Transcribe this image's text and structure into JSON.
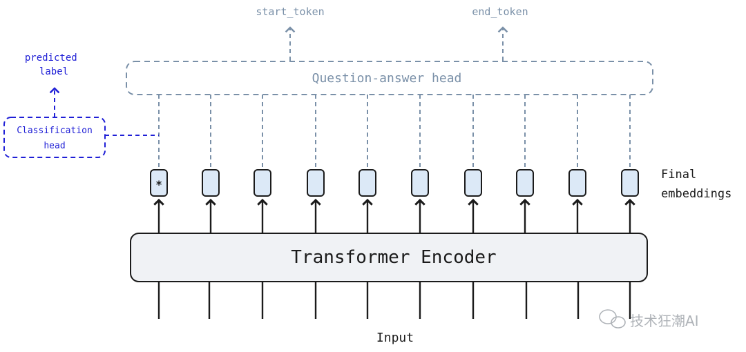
{
  "labels": {
    "start_token": "start_token",
    "end_token": "end_token",
    "qa_head": "Question-answer head",
    "predicted_label": "predicted label",
    "classification_head": "Classification head",
    "cls_marker": "*",
    "final_embeddings": "Final embeddings",
    "encoder": "Transformer Encoder",
    "input": "Input",
    "watermark": "技术狂潮AI"
  },
  "colors": {
    "gray_blue": "#7a90a8",
    "blue": "#1f1fd6",
    "black": "#1b1b1b",
    "token_fill": "#dce9f7",
    "encoder_fill": "#f0f2f5"
  }
}
